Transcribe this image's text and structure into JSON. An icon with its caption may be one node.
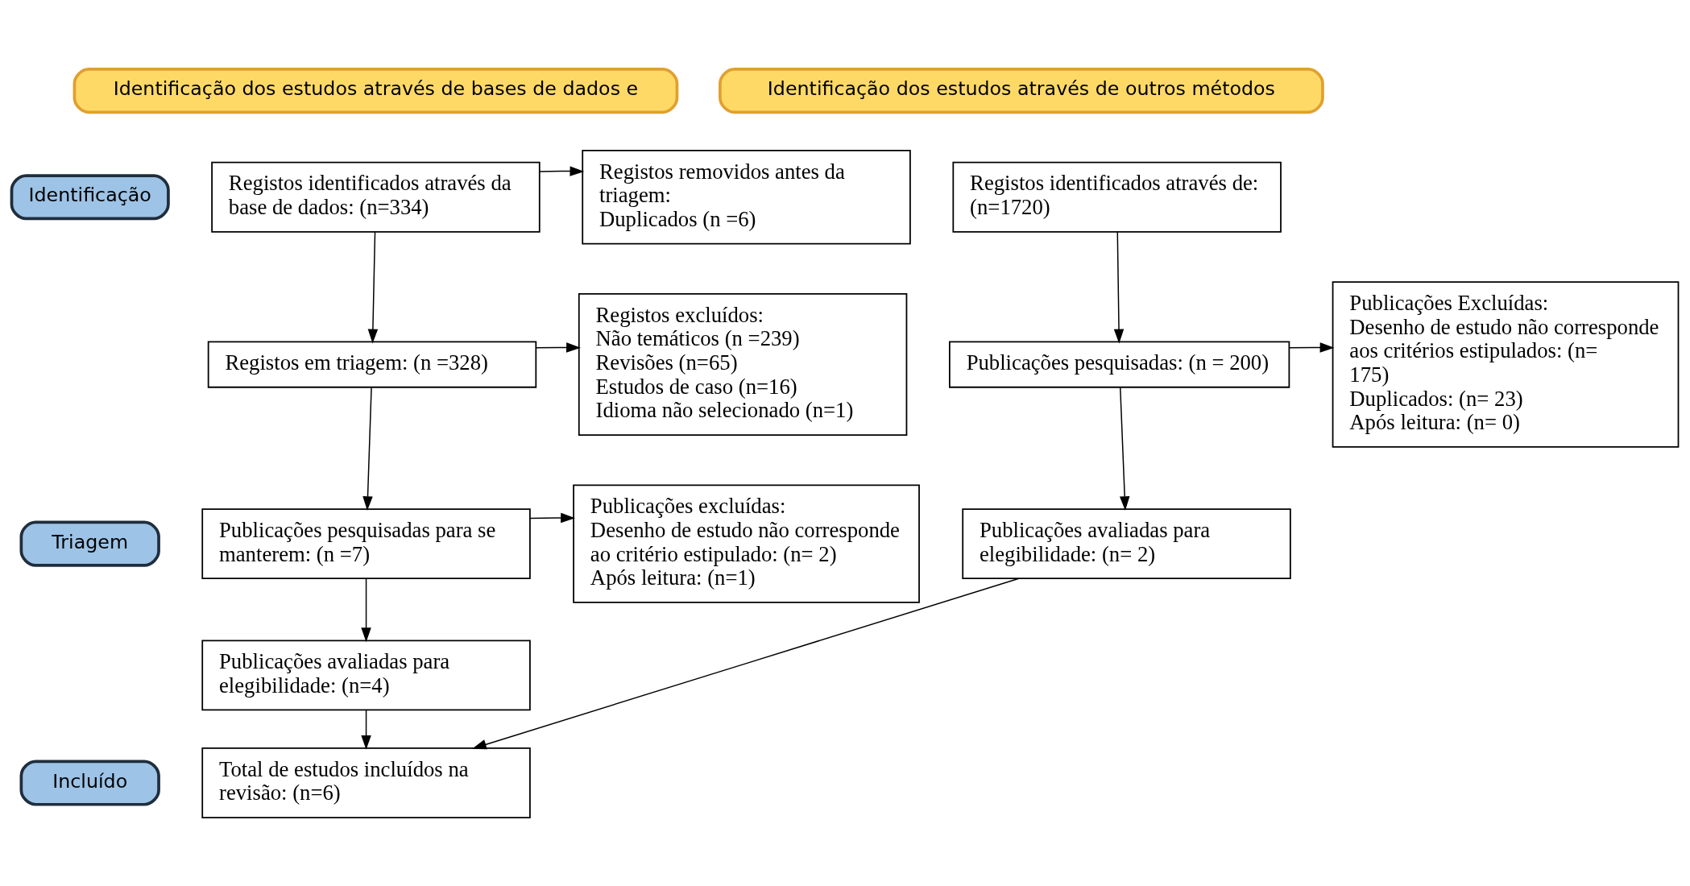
{
  "diagram": {
    "nodes": [
      {
        "text": [
          "Identificação dos estudos através de bases de dados e"
        ]
      },
      {
        "text": [
          "Identificação dos estudos através de outros métodos"
        ]
      },
      {
        "text": [
          "Identificação"
        ]
      },
      {
        "text": [
          "Triagem"
        ]
      },
      {
        "text": [
          "Incluído"
        ]
      },
      {
        "text": [
          "Registos identificados através da base de dados: (n=334)"
        ]
      },
      {
        "text": [
          "Registos removidos antes da triagem:",
          "Duplicados (n =6)"
        ]
      },
      {
        "text": [
          "Registos em triagem: (n =328)"
        ]
      },
      {
        "text": [
          "Registos excluídos:",
          "Não temáticos (n =239)",
          "Revisões (n=65)",
          "Estudos de caso (n=16)",
          "Idioma não selecionado (n=1)"
        ]
      },
      {
        "text": [
          "Publicações pesquisadas para se manterem: (n =7)"
        ]
      },
      {
        "text": [
          "Publicações excluídas:",
          "Desenho de estudo não corresponde ao critério estipulado: (n= 2)",
          "Após leitura: (n=1)"
        ]
      },
      {
        "text": [
          "Publicações avaliadas para elegibilidade: (n=4)"
        ]
      },
      {
        "text": [
          "Total de estudos incluídos na revisão: (n=6)"
        ]
      },
      {
        "text": [
          "Registos identificados através de: (n=1720)"
        ]
      },
      {
        "text": [
          "Publicações pesquisadas: (n = 200)"
        ]
      },
      {
        "text": [
          "Publicações Excluídas:",
          "Desenho de estudo não corresponde aos critérios estipulados: (n= 175)",
          "Duplicados: (n= 23)",
          "Após leitura: (n= 0)"
        ]
      },
      {
        "text": [
          "Publicações avaliadas para elegibilidade: (n= 2)"
        ]
      }
    ],
    "edges": [
      {
        "from": 5,
        "to": 6,
        "arrow": "to"
      },
      {
        "from": 5,
        "to": 7,
        "arrow": "to"
      },
      {
        "from": 7,
        "to": 8,
        "arrow": "to"
      },
      {
        "from": 7,
        "to": 9,
        "arrow": "to"
      },
      {
        "from": 9,
        "to": 10,
        "arrow": "to"
      },
      {
        "from": 9,
        "to": 11,
        "arrow": "to"
      },
      {
        "from": 11,
        "to": 12,
        "arrow": "to"
      },
      {
        "from": 13,
        "to": 14,
        "arrow": "to"
      },
      {
        "from": 14,
        "to": 15,
        "arrow": "to"
      },
      {
        "from": 14,
        "to": 16,
        "arrow": "to"
      },
      {
        "from": 16,
        "to": 12,
        "arrow": "to"
      }
    ]
  }
}
